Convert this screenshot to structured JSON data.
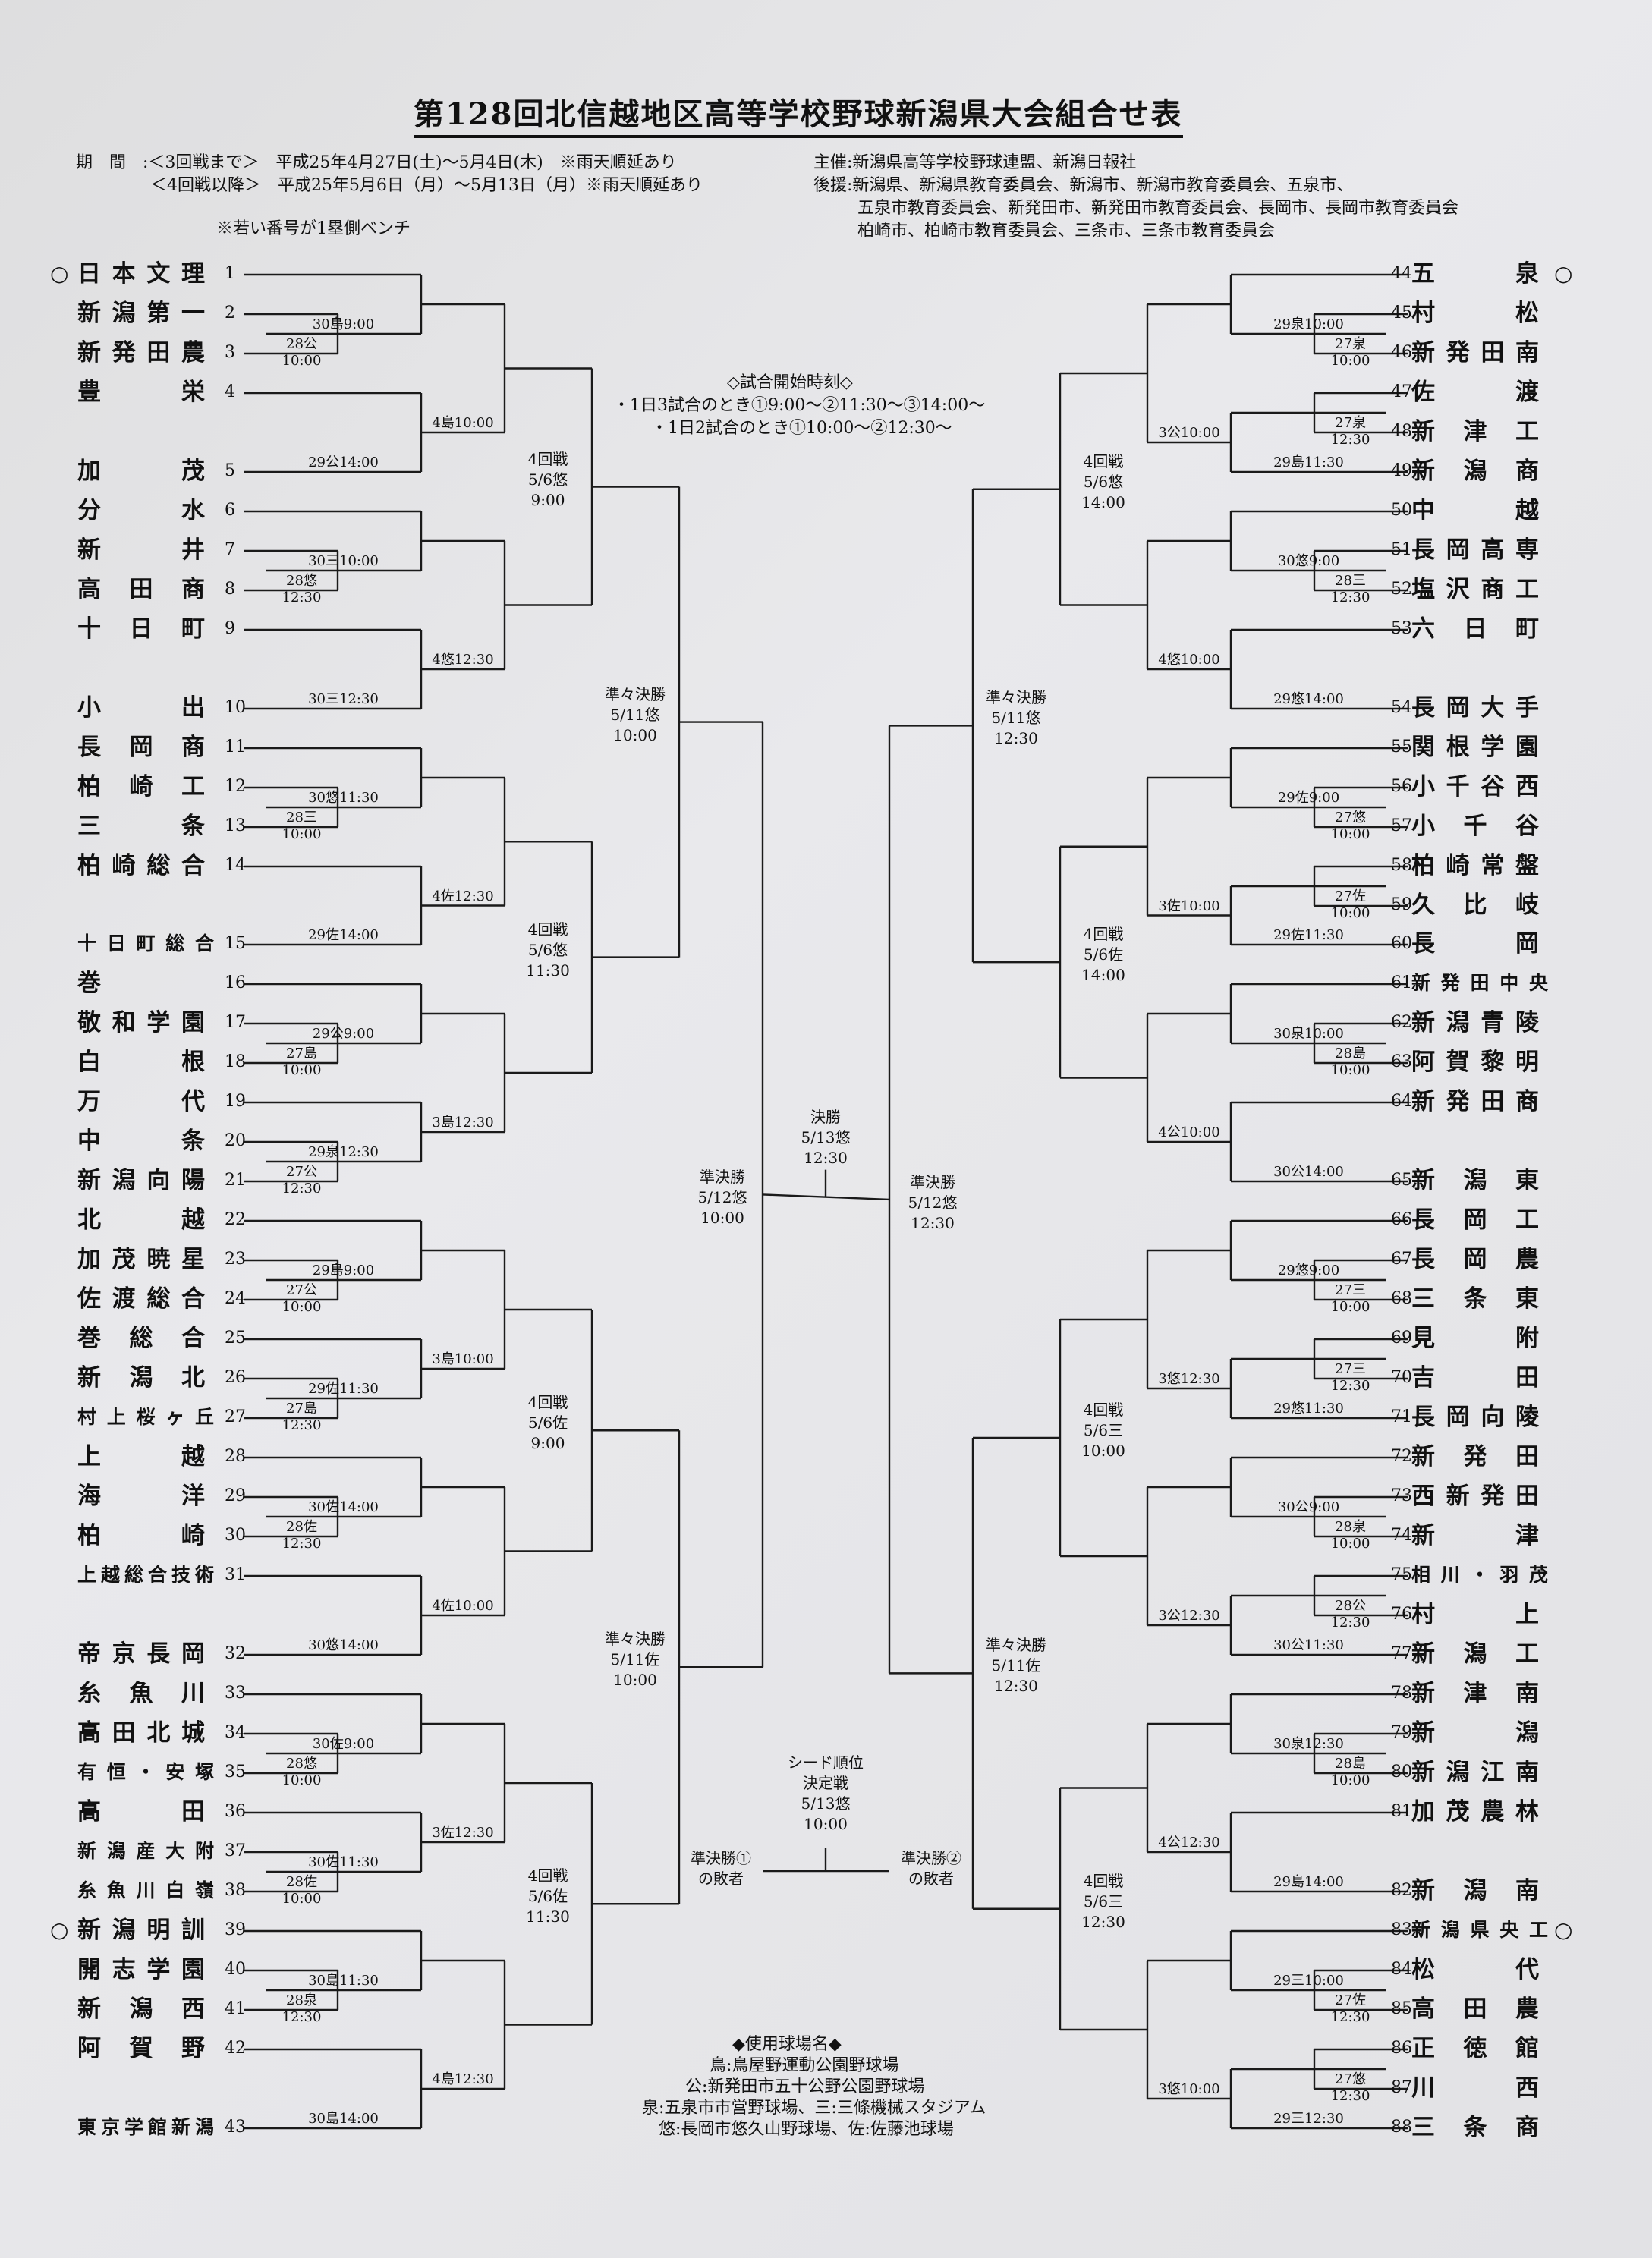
{
  "title": "第128回北信越地区高等学校野球新潟県大会組合せ表",
  "period": {
    "label": "期　間",
    "line1": ":＜3回戦まで＞　平成25年4月27日(土)～5月4日(木)　※雨天順延あり",
    "line2": "＜4回戦以降＞　平成25年5月6日（月）～5月13日（月）※雨天順延あり",
    "note": "※若い番号が1塁側ベンチ"
  },
  "organizer": {
    "line1": "主催:新潟県高等学校野球連盟、新潟日報社",
    "line2": "後援:新潟県、新潟県教育委員会、新潟市、新潟市教育委員会、五泉市、",
    "line3": "五泉市教育委員会、新発田市、新発田市教育委員会、長岡市、長岡市教育委員会",
    "line4": "柏崎市、柏崎市教育委員会、三条市、三条市教育委員会"
  },
  "start_times": {
    "heading": "◇試合開始時刻◇",
    "line1": "・1日3試合のとき①9:00～②11:30～③14:00～",
    "line2": "・1日2試合のとき①10:00～②12:30～"
  },
  "seed_mark": "○",
  "left_teams": [
    {
      "no": "1",
      "name": "日本文理"
    },
    {
      "no": "2",
      "name": "新潟第一"
    },
    {
      "no": "3",
      "name": "新発田農"
    },
    {
      "no": "4",
      "name": "豊栄"
    },
    {
      "no": "5",
      "name": "加茂"
    },
    {
      "no": "6",
      "name": "分水"
    },
    {
      "no": "7",
      "name": "新井"
    },
    {
      "no": "8",
      "name": "高田商"
    },
    {
      "no": "9",
      "name": "十日町"
    },
    {
      "no": "10",
      "name": "小出"
    },
    {
      "no": "11",
      "name": "長岡商"
    },
    {
      "no": "12",
      "name": "柏崎工"
    },
    {
      "no": "13",
      "name": "三条"
    },
    {
      "no": "14",
      "name": "柏崎総合"
    },
    {
      "no": "15",
      "name": "十日町総合"
    },
    {
      "no": "16",
      "name": "巻"
    },
    {
      "no": "17",
      "name": "敬和学園"
    },
    {
      "no": "18",
      "name": "白根"
    },
    {
      "no": "19",
      "name": "万代"
    },
    {
      "no": "20",
      "name": "中条"
    },
    {
      "no": "21",
      "name": "新潟向陽"
    },
    {
      "no": "22",
      "name": "北越"
    },
    {
      "no": "23",
      "name": "加茂暁星"
    },
    {
      "no": "24",
      "name": "佐渡総合"
    },
    {
      "no": "25",
      "name": "巻総合"
    },
    {
      "no": "26",
      "name": "新潟北"
    },
    {
      "no": "27",
      "name": "村上桜ヶ丘"
    },
    {
      "no": "28",
      "name": "上越"
    },
    {
      "no": "29",
      "name": "海洋"
    },
    {
      "no": "30",
      "name": "柏崎"
    },
    {
      "no": "31",
      "name": "上越総合技術"
    },
    {
      "no": "32",
      "name": "帝京長岡"
    },
    {
      "no": "33",
      "name": "糸魚川"
    },
    {
      "no": "34",
      "name": "高田北城"
    },
    {
      "no": "35",
      "name": "有恒・安塚"
    },
    {
      "no": "36",
      "name": "高田"
    },
    {
      "no": "37",
      "name": "新潟産大附"
    },
    {
      "no": "38",
      "name": "糸魚川白嶺"
    },
    {
      "no": "39",
      "name": "新潟明訓"
    },
    {
      "no": "40",
      "name": "開志学園"
    },
    {
      "no": "41",
      "name": "新潟西"
    },
    {
      "no": "42",
      "name": "阿賀野"
    },
    {
      "no": "43",
      "name": "東京学館新潟"
    }
  ],
  "right_teams": [
    {
      "no": "44",
      "name": "五泉"
    },
    {
      "no": "45",
      "name": "村松"
    },
    {
      "no": "46",
      "name": "新発田南"
    },
    {
      "no": "47",
      "name": "佐渡"
    },
    {
      "no": "48",
      "name": "新津工"
    },
    {
      "no": "49",
      "name": "新潟商"
    },
    {
      "no": "50",
      "name": "中越"
    },
    {
      "no": "51",
      "name": "長岡高専"
    },
    {
      "no": "52",
      "name": "塩沢商工"
    },
    {
      "no": "53",
      "name": "六日町"
    },
    {
      "no": "54",
      "name": "長岡大手"
    },
    {
      "no": "55",
      "name": "関根学園"
    },
    {
      "no": "56",
      "name": "小千谷西"
    },
    {
      "no": "57",
      "name": "小千谷"
    },
    {
      "no": "58",
      "name": "柏崎常盤"
    },
    {
      "no": "59",
      "name": "久比岐"
    },
    {
      "no": "60",
      "name": "長岡"
    },
    {
      "no": "61",
      "name": "新発田中央"
    },
    {
      "no": "62",
      "name": "新潟青陵"
    },
    {
      "no": "63",
      "name": "阿賀黎明"
    },
    {
      "no": "64",
      "name": "新発田商"
    },
    {
      "no": "65",
      "name": "新潟東"
    },
    {
      "no": "66",
      "name": "長岡工"
    },
    {
      "no": "67",
      "name": "長岡農"
    },
    {
      "no": "68",
      "name": "三条東"
    },
    {
      "no": "69",
      "name": "見附"
    },
    {
      "no": "70",
      "name": "吉田"
    },
    {
      "no": "71",
      "name": "長岡向陵"
    },
    {
      "no": "72",
      "name": "新発田"
    },
    {
      "no": "73",
      "name": "西新発田"
    },
    {
      "no": "74",
      "name": "新津"
    },
    {
      "no": "75",
      "name": "相川・羽茂"
    },
    {
      "no": "76",
      "name": "村上"
    },
    {
      "no": "77",
      "name": "新潟工"
    },
    {
      "no": "78",
      "name": "新津南"
    },
    {
      "no": "79",
      "name": "新潟"
    },
    {
      "no": "80",
      "name": "新潟江南"
    },
    {
      "no": "81",
      "name": "加茂農林"
    },
    {
      "no": "82",
      "name": "新潟南"
    },
    {
      "no": "83",
      "name": "新潟県央工"
    },
    {
      "no": "84",
      "name": "松代"
    },
    {
      "no": "85",
      "name": "高田農"
    },
    {
      "no": "86",
      "name": "正徳館"
    },
    {
      "no": "87",
      "name": "川西"
    },
    {
      "no": "88",
      "name": "三条商"
    }
  ],
  "left_r1": [
    "28公10:00",
    "28悠12:30",
    "28三10:00",
    "27島10:00",
    "27公12:30",
    "27公10:00",
    "27島12:30",
    "28佐12:30",
    "28悠10:00",
    "28佐10:00",
    "28泉12:30"
  ],
  "left_r2": [
    "30島9:00",
    "29公14:00",
    "30三10:00",
    "30三12:30",
    "30悠11:30",
    "29佐14:00",
    "29公9:00",
    "29泉12:30",
    "29島9:00",
    "29佐11:30",
    "30佐14:00",
    "30悠14:00",
    "30佐9:00",
    "30佐11:30",
    "30島11:30",
    "30島14:00"
  ],
  "left_r3": [
    "4島10:00",
    "4悠12:30",
    "4佐12:30",
    "3島12:30",
    "3島10:00",
    "4佐10:00",
    "3佐12:30",
    "4島12:30"
  ],
  "right_r1": [
    "27泉10:00",
    "27泉12:30",
    "28三12:30",
    "27悠10:00",
    "27佐10:00",
    "28島10:00",
    "27三10:00",
    "27三12:30",
    "28泉10:00",
    "28公12:30",
    "28島10:00",
    "27佐12:30",
    "27悠12:30"
  ],
  "right_r2": [
    "29泉10:00",
    "29島11:30",
    "30悠9:00",
    "29悠14:00",
    "29佐9:00",
    "29佐11:30",
    "30泉10:00",
    "30公14:00",
    "29悠9:00",
    "29悠11:30",
    "30公9:00",
    "30公11:30",
    "30泉12:30",
    "29島14:00",
    "29三10:00",
    "29三12:30"
  ],
  "right_r3": [
    "3公10:00",
    "4悠10:00",
    "3佐10:00",
    "4公10:00",
    "3悠12:30",
    "3公12:30",
    "4公12:30",
    "3悠10:00"
  ],
  "round4": {
    "left": [
      {
        "name": "4回戦",
        "date": "5/6悠",
        "time": "9:00"
      },
      {
        "name": "4回戦",
        "date": "5/6悠",
        "time": "11:30"
      },
      {
        "name": "4回戦",
        "date": "5/6佐",
        "time": "9:00"
      },
      {
        "name": "4回戦",
        "date": "5/6佐",
        "time": "11:30"
      }
    ],
    "right": [
      {
        "name": "4回戦",
        "date": "5/6悠",
        "time": "14:00"
      },
      {
        "name": "4回戦",
        "date": "5/6佐",
        "time": "14:00"
      },
      {
        "name": "4回戦",
        "date": "5/6三",
        "time": "10:00"
      },
      {
        "name": "4回戦",
        "date": "5/6三",
        "time": "12:30"
      }
    ]
  },
  "qf": {
    "left": [
      {
        "name": "準々決勝",
        "date": "5/11悠",
        "time": "10:00"
      },
      {
        "name": "準々決勝",
        "date": "5/11佐",
        "time": "10:00"
      }
    ],
    "right": [
      {
        "name": "準々決勝",
        "date": "5/11悠",
        "time": "12:30"
      },
      {
        "name": "準々決勝",
        "date": "5/11佐",
        "time": "12:30"
      }
    ]
  },
  "sf": {
    "left": {
      "name": "準決勝",
      "date": "5/12悠",
      "time": "10:00"
    },
    "right": {
      "name": "準決勝",
      "date": "5/12悠",
      "time": "12:30"
    }
  },
  "final": {
    "name": "決勝",
    "date": "5/13悠",
    "time": "12:30"
  },
  "seed_decider": {
    "name1": "シード順位",
    "name2": "決定戦",
    "date": "5/13悠",
    "time": "10:00",
    "left1": "準決勝①",
    "left2": "の敗者",
    "right1": "準決勝②",
    "right2": "の敗者"
  },
  "venues": {
    "heading": "◆使用球場名◆",
    "line1": "鳥:鳥屋野運動公園野球場",
    "line2": "公:新発田市五十公野公園野球場",
    "line3": "泉:五泉市市営野球場、三:三條機械スタジアム",
    "line4": "悠:長岡市悠久山野球場、佐:佐藤池球場"
  }
}
